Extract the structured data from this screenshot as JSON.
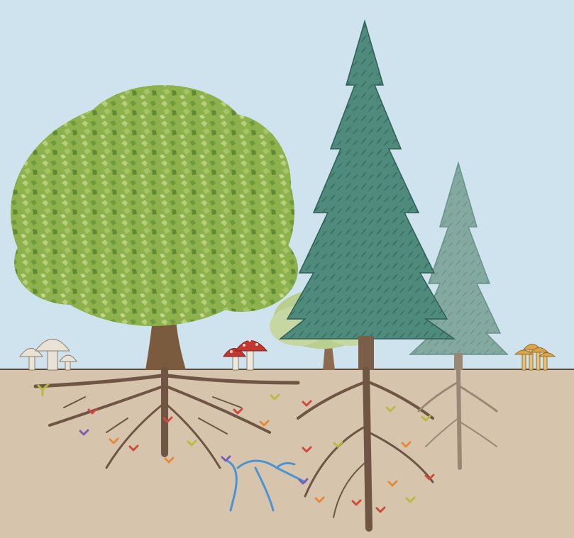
{
  "scene": {
    "subject": "forest-root-mycorrhizal-network",
    "colors": {
      "sky": "#cfe3ef",
      "soil": "#d6c4ac",
      "soil_line": "#5a4a3a",
      "oak_leaf_dark": "#6f9a3c",
      "oak_leaf_mid": "#8db24d",
      "oak_leaf_light": "#b6cf78",
      "oak_trunk": "#7a5b3e",
      "spruce_dark": "#3f7a6c",
      "spruce_mid": "#4f8b7c",
      "spruce_light": "#7fa79c",
      "root_dark": "#6e5544",
      "root_faded": "#9a8877",
      "water": "#4b93d1",
      "fungus_red": "#cf4a3a",
      "fungus_orange": "#e6893a",
      "fungus_yellow": "#b9ba43",
      "fungus_purple": "#7a5fb3",
      "mushroom_white": "#e9e2d6",
      "mushroom_red": "#c2372f",
      "mushroom_gold": "#d9a54c"
    },
    "elements": [
      {
        "name": "oak-tree",
        "kind": "deciduous"
      },
      {
        "name": "tall-spruce",
        "kind": "conifer"
      },
      {
        "name": "small-spruce",
        "kind": "conifer"
      },
      {
        "name": "background-tree",
        "kind": "deciduous"
      },
      {
        "name": "white-mushrooms",
        "kind": "mushroom"
      },
      {
        "name": "fly-agaric-mushrooms",
        "kind": "mushroom"
      },
      {
        "name": "honey-mushrooms",
        "kind": "mushroom"
      },
      {
        "name": "groundwater-stream",
        "kind": "water"
      },
      {
        "name": "mycorrhizal-tips",
        "kind": "fungus"
      }
    ]
  }
}
